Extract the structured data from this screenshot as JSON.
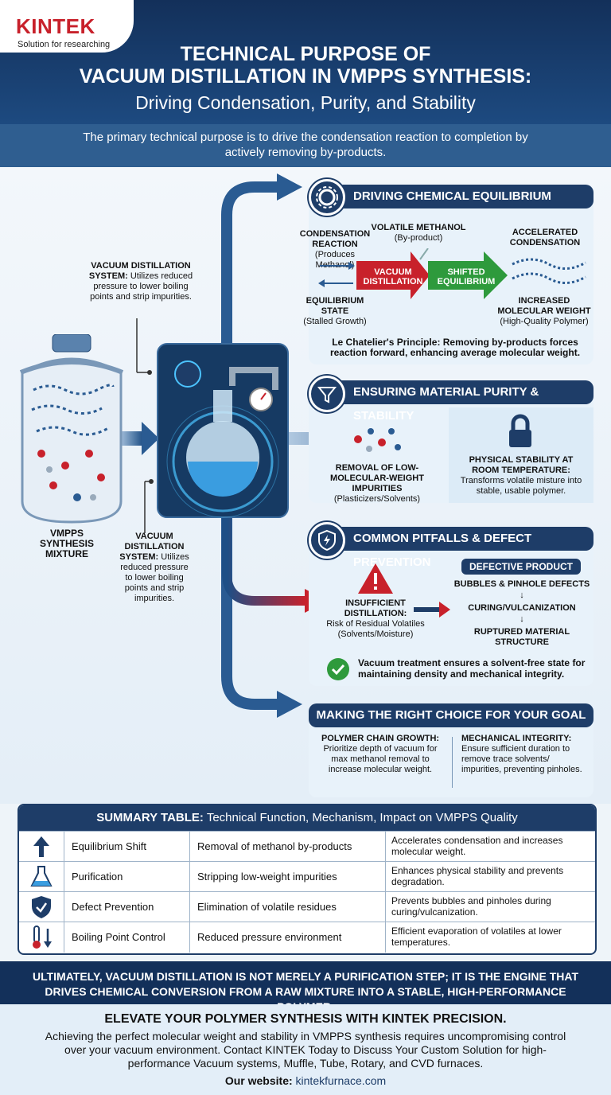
{
  "brand": {
    "name": "KINTEK",
    "tagline": "Solution for researching"
  },
  "header": {
    "title_line1": "TECHNICAL PURPOSE OF",
    "title_line2": "VACUUM DISTILLATION IN VMPPS SYNTHESIS:",
    "subtitle": "Driving Condensation, Purity, and Stability"
  },
  "intro": "The primary technical purpose is to drive the condensation reaction to completion by actively removing by-products.",
  "left": {
    "system_label_top_bold": "VACUUM DISTILLATION SYSTEM:",
    "system_label_top_text": "Utilizes reduced pressure to lower boiling points and strip impurities.",
    "mixture_label": "VMPPS SYNTHESIS MIXTURE",
    "system_label_bottom_bold": "VACUUM DISTILLATION SYSTEM:",
    "system_label_bottom_text": "Utilizes reduced pressure to lower boiling points and strip impurities."
  },
  "section1": {
    "title": "DRIVING CHEMICAL EQUILIBRIUM",
    "condensation_bold": "CONDENSATION REACTION",
    "condensation_sub": "(Produces Methanol)",
    "methanol_bold": "VOLATILE METHANOL",
    "methanol_sub": "(By-product)",
    "vacuum_arrow": "VACUUM DISTILLATION",
    "shifted_arrow": "SHIFTED EQUILIBRIUM",
    "accelerated": "ACCELERATED CONDENSATION",
    "equilibrium_bold": "EQUILIBRIUM STATE",
    "equilibrium_sub": "(Stalled Growth)",
    "mw_bold": "INCREASED MOLECULAR WEIGHT",
    "mw_sub": "(High-Quality Polymer)",
    "principle": "Le Chatelier's Principle: Removing by-products forces reaction forward, enhancing average molecular weight."
  },
  "section2": {
    "title": "ENSURING MATERIAL PURITY & STABILITY",
    "removal_bold": "REMOVAL OF LOW-MOLECULAR-WEIGHT IMPURITIES",
    "removal_sub": "(Plasticizers/Solvents)",
    "stability_bold": "PHYSICAL STABILITY AT ROOM TEMPERATURE:",
    "stability_text": "Transforms volatile misture into stable, usable polymer."
  },
  "section3": {
    "title": "COMMON PITFALLS & DEFECT PREVENTION",
    "insufficient_bold": "INSUFFICIENT DISTILLATION:",
    "insufficient_text": "Risk of Residual Volatiles (Solvents/Moisture)",
    "defective": "DEFECTIVE PRODUCT",
    "step1": "BUBBLES & PINHOLE DEFECTS",
    "step2": "CURING/VULCANIZATION",
    "step3": "RUPTURED MATERIAL STRUCTURE",
    "check": "Vacuum treatment ensures a solvent-free state for maintaining density and mechanical integrity."
  },
  "section4": {
    "title": "MAKING THE RIGHT CHOICE FOR YOUR GOAL",
    "left_bold": "POLYMER CHAIN GROWTH:",
    "left_text": "Prioritize depth of vacuum for max methanol removal to increase molecular weight.",
    "right_bold": "MECHANICAL INTEGRITY:",
    "right_text": "Ensure sufficient duration to remove trace solvents/ impurities, preventing pinholes."
  },
  "table": {
    "title_bold": "SUMMARY TABLE:",
    "title_rest": "Technical Function, Mechanism, Impact on VMPPS Quality",
    "rows": [
      {
        "icon": "up-arrow-icon",
        "function": "Equilibrium Shift",
        "mechanism": "Removal of methanol by-products",
        "impact": "Accelerates condensation and increases molecular weight."
      },
      {
        "icon": "flask-icon",
        "function": "Purification",
        "mechanism": "Stripping low-weight impurities",
        "impact": "Enhances physical stability and prevents degradation."
      },
      {
        "icon": "shield-check-icon",
        "function": "Defect Prevention",
        "mechanism": "Elimination of volatile residues",
        "impact": "Prevents bubbles and pinholes during curing/vulcanization."
      },
      {
        "icon": "thermometer-down-icon",
        "function": "Boiling Point Control",
        "mechanism": "Reduced pressure environment",
        "impact": "Efficient evaporation of volatiles at lower temperatures."
      }
    ]
  },
  "conclusion": "ULTIMATELY, VACUUM DISTILLATION IS NOT MERELY A PURIFICATION STEP; IT IS THE ENGINE THAT DRIVES CHEMICAL CONVERSION FROM A RAW MIXTURE INTO A STABLE, HIGH-PERFORMANCE POLYMER.",
  "cta": {
    "title": "ELEVATE YOUR POLYMER SYNTHESIS WITH KINTEK PRECISION.",
    "text": "Achieving the perfect molecular weight and stability in VMPPS synthesis requires uncompromising control over your vacuum environment. Contact KINTEK Today to Discuss Your Custom Solution for high-performance Vacuum systems, Muffle, Tube, Rotary, and CVD furnaces.",
    "website_label": "Our website:",
    "website": "kintekfurnace.com"
  },
  "colors": {
    "navy": "#1e3d68",
    "red": "#c8212b",
    "green": "#2e9a3c",
    "light": "#e8f2fa"
  }
}
